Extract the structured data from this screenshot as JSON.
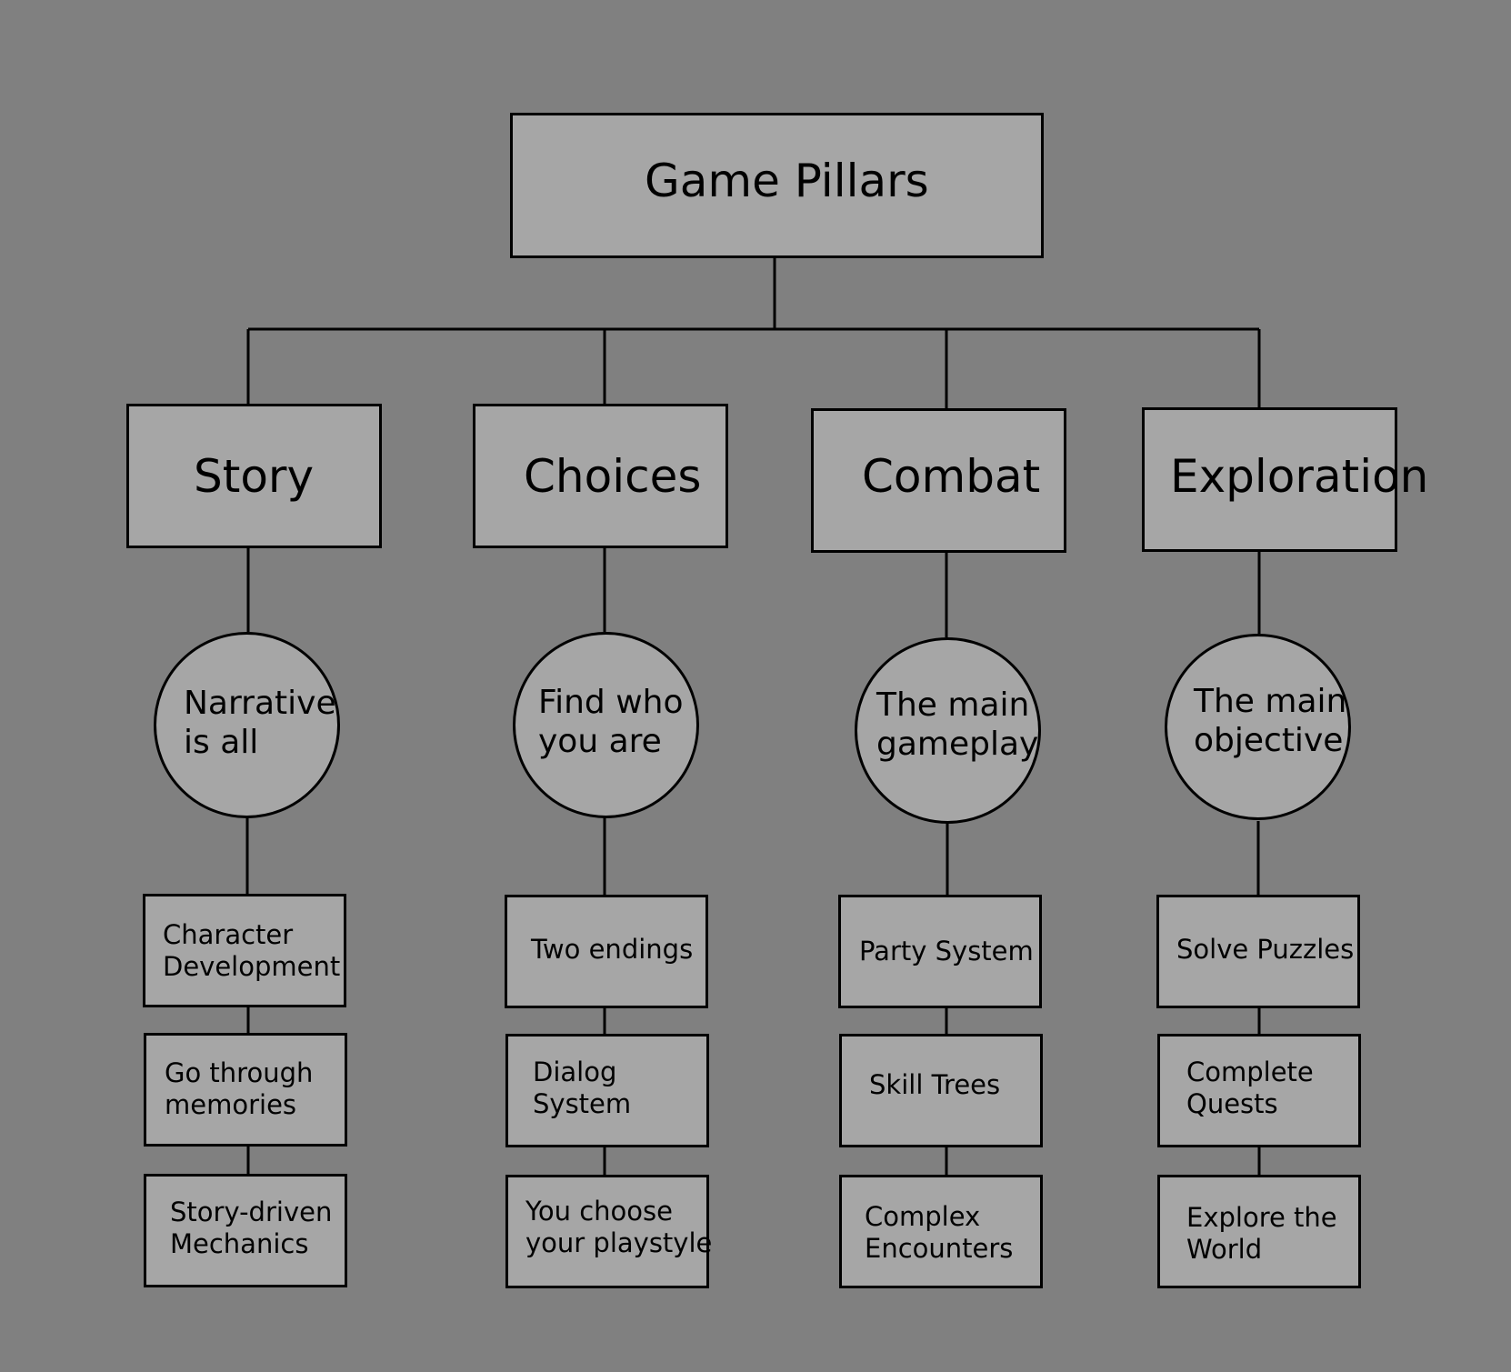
{
  "root": {
    "label": "Game Pillars"
  },
  "pillars": [
    {
      "title": "Story",
      "motto": "Narrative\nis all",
      "items": [
        "Character\nDevelopment",
        "Go through\nmemories",
        "Story-driven\nMechanics"
      ]
    },
    {
      "title": "Choices",
      "motto": "Find who\nyou are",
      "items": [
        "Two endings",
        "Dialog\nSystem",
        "You choose\nyour playstyle"
      ]
    },
    {
      "title": "Combat",
      "motto": "The main\ngameplay",
      "items": [
        "Party System",
        "Skill Trees",
        "Complex\nEncounters"
      ]
    },
    {
      "title": "Exploration",
      "motto": "The main\nobjective",
      "items": [
        "Solve Puzzles",
        "Complete\nQuests",
        "Explore the\nWorld"
      ]
    }
  ],
  "colors": {
    "background": "#808080",
    "box_fill": "#a6a6a6",
    "stroke": "#000000"
  }
}
